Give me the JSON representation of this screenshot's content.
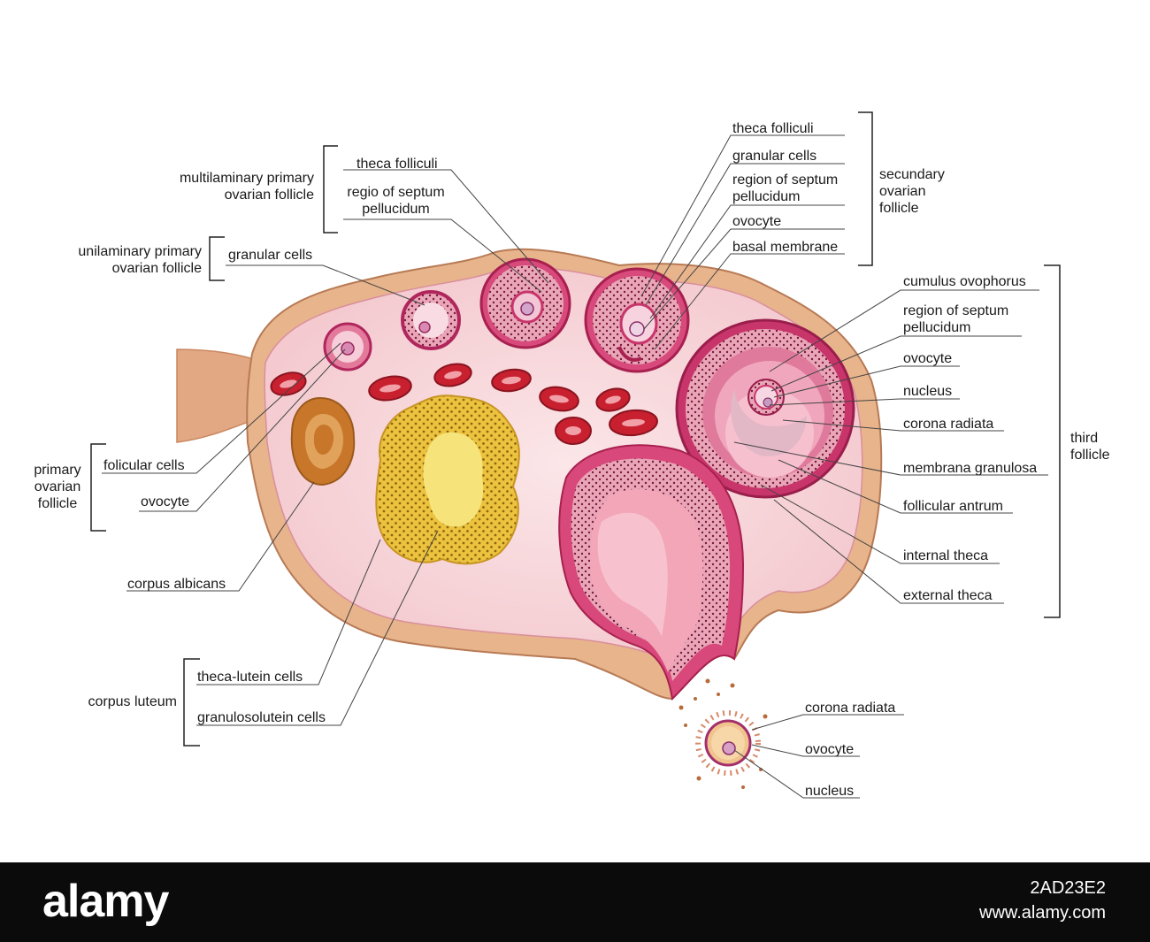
{
  "labels": {
    "multilaminary": "multilaminary primary\novarian follicle",
    "unilaminary": "unilaminary primary\novarian follicle",
    "primary": "primary\novarian\nfollicle",
    "corpus_luteum": "corpus luteum",
    "secundary": "secundary\novarian\nfollicle",
    "third": "third\nfollicle",
    "theca_folliculi_left": "theca folliculi",
    "regio_septum": "regio of septum\npellucidum",
    "granular_cells_left": "granular cells",
    "folicular_cells": "folicular cells",
    "ovocyte_left": "ovocyte",
    "corpus_albicans": "corpus albicans",
    "theca_lutein": "theca-lutein cells",
    "granulosolutein": "granulosolutein cells",
    "theca_folliculi_right": "theca folliculi",
    "granular_cells_right": "granular cells",
    "region_septum_right": "region of septum\npellucidum",
    "ovocyte_sec": "ovocyte",
    "basal_membrane": "basal membrane",
    "cumulus": "cumulus ovophorus",
    "region_septum_third": "region of septum\npellucidum",
    "ovocyte_third": "ovocyte",
    "nucleus_third": "nucleus",
    "corona_third": "corona radiata",
    "membrana_granulosa": "membrana granulosa",
    "follicular_antrum": "follicular antrum",
    "internal_theca": "internal theca",
    "external_theca": "external theca",
    "corona_egg": "corona radiata",
    "ovocyte_egg": "ovocyte",
    "nucleus_egg": "nucleus"
  },
  "footer": {
    "logo": "alamy",
    "image_id": "2AD23E2",
    "site": "www.alamy.com"
  },
  "colors": {
    "capsule": "#e8b48c",
    "stroma": "#f8d8da",
    "follicle": "#c8356a",
    "blood": "#c8202f",
    "luteum": "#e6b52a",
    "albicans": "#c8772a"
  }
}
